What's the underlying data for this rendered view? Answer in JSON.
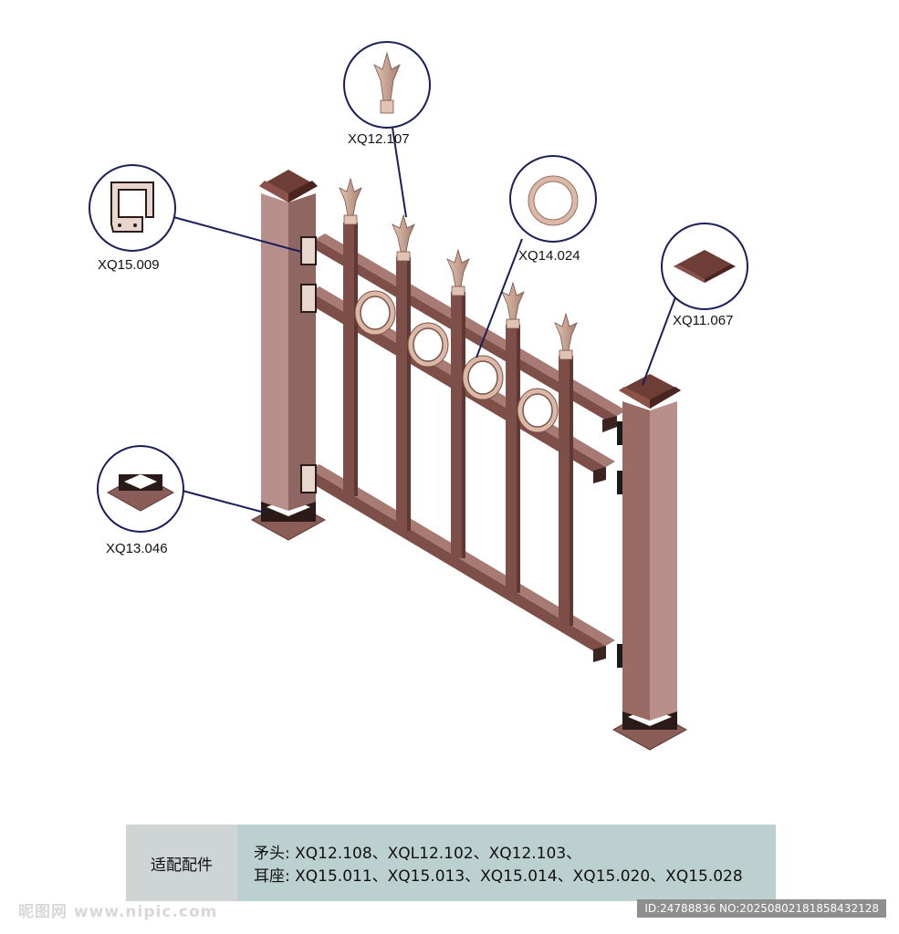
{
  "callouts": {
    "spear_head": "XQ12.107",
    "ear_seat": "XQ15.009",
    "ring": "XQ14.024",
    "post_cap": "XQ11.067",
    "base": "XQ13.046"
  },
  "legend": {
    "title": "适配配件",
    "line1": "矛头: XQ12.108、XQL12.102、XQ12.103、",
    "line2": "耳座: XQ15.011、XQ15.013、XQ15.014、XQ15.020、XQ15.028"
  },
  "watermark": {
    "left": "昵图网 www.nipic.com",
    "right": "ID:24788836 NO:20250802181858432128"
  },
  "colors": {
    "post_front": "#b88f8b",
    "post_side": "#8f6762",
    "rail": "#7e4f48",
    "rail_top": "#a77a73",
    "accent": "#dcb8a8",
    "callout_circle": "#1a1f5a"
  }
}
